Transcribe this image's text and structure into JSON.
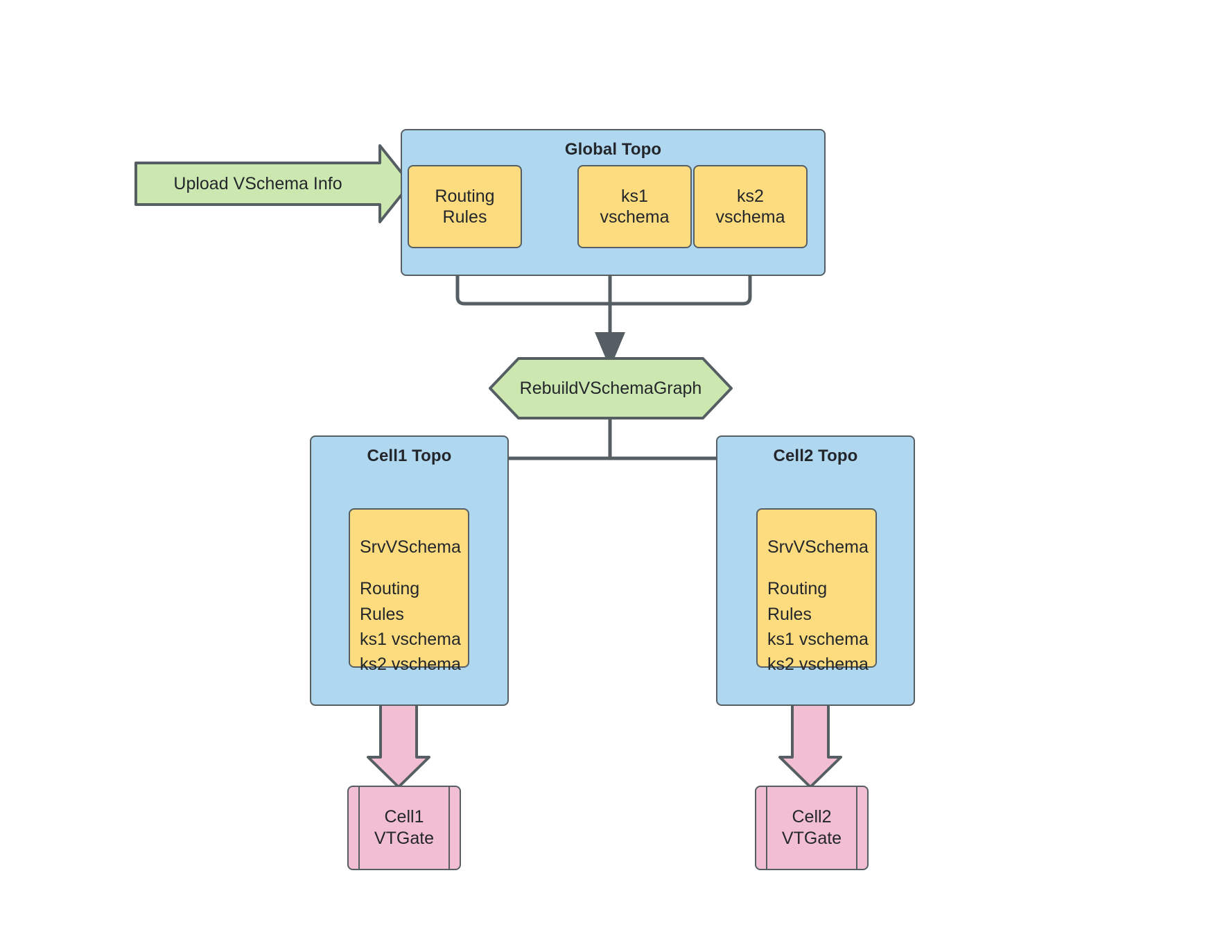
{
  "diagram": {
    "title_present": false,
    "colors": {
      "topo_fill": "#b0d7f0",
      "store_fill": "#fcdc7f",
      "action_fill": "#cce8b0",
      "vtgate_fill": "#f2bed1",
      "stroke": "#555e62",
      "text": "#23262b",
      "background": "#ffffff"
    }
  },
  "global_topo": {
    "label": "Global Topo",
    "boxes": [
      {
        "label": "Routing\nRules",
        "line1": "Routing",
        "line2": "Rules"
      },
      {
        "label": "ks1\nvschema",
        "line1": "ks1",
        "line2": "vschema"
      },
      {
        "label": "ks2\nvschema",
        "line1": "ks2",
        "line2": "vschema"
      }
    ]
  },
  "upload_arrow": {
    "label": "Upload VSchema Info",
    "shape": "right-arrow"
  },
  "rebuild_action": {
    "label": "RebuildVSchemaGraph",
    "shape": "hexagon"
  },
  "cells": [
    {
      "topo_label": "Cell1 Topo",
      "srv": {
        "heading": "SrvVSchema",
        "lines": [
          "Routing Rules",
          "ks1 vschema",
          "ks2 vschema"
        ]
      },
      "vtgate": {
        "line1": "Cell1",
        "line2": "VTGate"
      }
    },
    {
      "topo_label": "Cell2 Topo",
      "srv": {
        "heading": "SrvVSchema",
        "lines": [
          "Routing Rules",
          "ks1 vschema",
          "ks2 vschema"
        ]
      },
      "vtgate": {
        "line1": "Cell2",
        "line2": "VTGate"
      }
    }
  ]
}
